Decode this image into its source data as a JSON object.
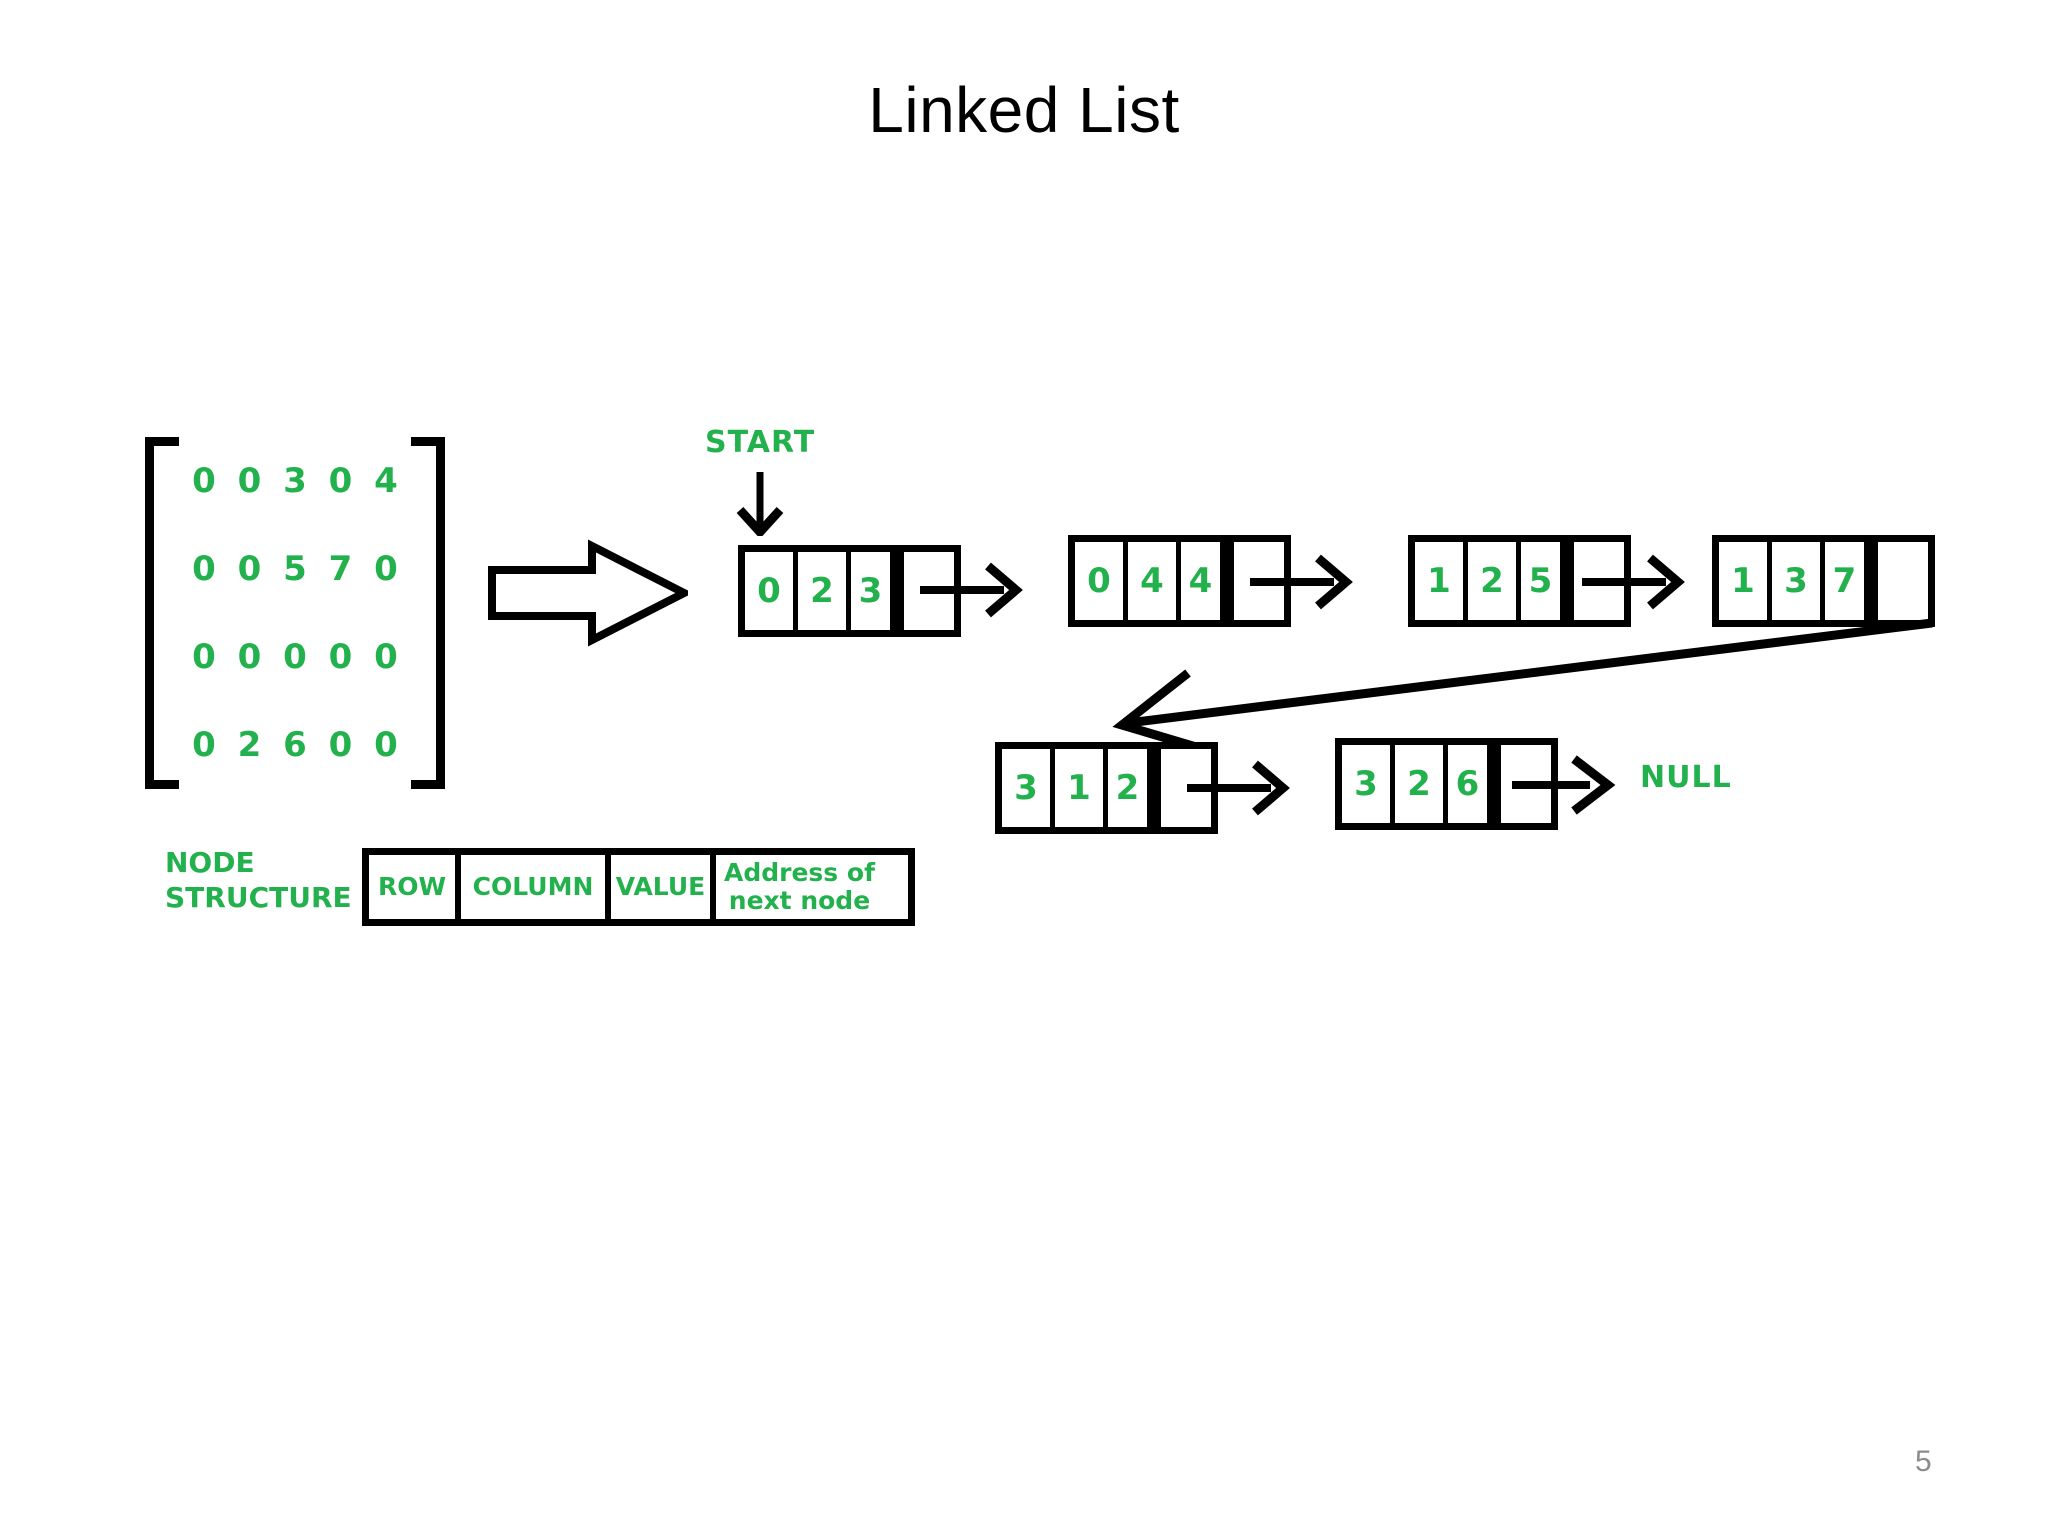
{
  "slide": {
    "title": "Linked List",
    "page_number": "5",
    "accent_color": "#22b14c",
    "ink_color": "#000000",
    "page_number_color": "#8c8c8c",
    "background": "#ffffff"
  },
  "matrix": {
    "rows": [
      [
        "0",
        "0",
        "3",
        "0",
        "4"
      ],
      [
        "0",
        "0",
        "5",
        "7",
        "0"
      ],
      [
        "0",
        "0",
        "0",
        "0",
        "0"
      ],
      [
        "0",
        "2",
        "6",
        "0",
        "0"
      ]
    ]
  },
  "conversion_arrow": {
    "icon": "block-arrow-right-icon"
  },
  "start": {
    "label": "START",
    "arrow_icon": "arrow-down-icon"
  },
  "linked_list": {
    "row1": [
      {
        "row": "0",
        "column": "2",
        "value": "3",
        "next": ""
      },
      {
        "row": "0",
        "column": "4",
        "value": "4",
        "next": ""
      },
      {
        "row": "1",
        "column": "2",
        "value": "5",
        "next": ""
      },
      {
        "row": "1",
        "column": "3",
        "value": "7",
        "next": ""
      }
    ],
    "row2": [
      {
        "row": "3",
        "column": "1",
        "value": "2",
        "next": ""
      },
      {
        "row": "3",
        "column": "2",
        "value": "6",
        "next": ""
      }
    ],
    "terminator": "NULL",
    "link_arrow_icon": "arrow-right-icon",
    "wrap_arrow_icon": "arrow-diagonal-left-icon"
  },
  "node_structure": {
    "caption": "NODE\nSTRUCTURE",
    "fields": [
      "ROW",
      "COLUMN",
      "VALUE",
      "Address of\nnext node"
    ]
  }
}
